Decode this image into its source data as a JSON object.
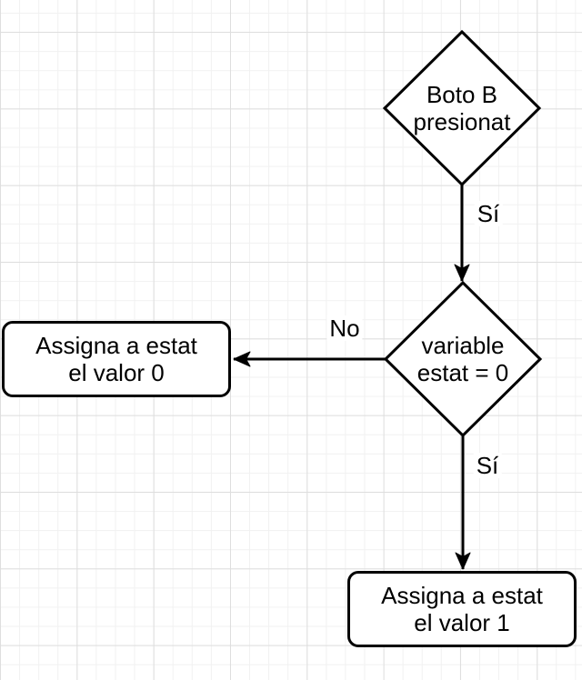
{
  "diagram": {
    "type": "flowchart",
    "nodes": {
      "decision_boto": {
        "shape": "decision-diamond",
        "lines": [
          "Boto B",
          "presionat"
        ]
      },
      "decision_estat": {
        "shape": "decision-diamond",
        "lines": [
          "variable",
          "estat = 0"
        ]
      },
      "process_valor0": {
        "shape": "rounded-rectangle",
        "lines": [
          "Assigna a estat",
          "el valor 0"
        ]
      },
      "process_valor1": {
        "shape": "rounded-rectangle",
        "lines": [
          "Assigna a estat",
          "el valor 1"
        ]
      }
    },
    "edges": {
      "boto_to_estat": {
        "label": "Sí",
        "direction": "down"
      },
      "estat_to_valor0": {
        "label": "No",
        "direction": "left"
      },
      "estat_to_valor1": {
        "label": "Sí",
        "direction": "down"
      }
    },
    "colors": {
      "canvas_background": "#ffffff",
      "grid_minor": "#f1f1f1",
      "grid_major": "#dedede",
      "shape_fill": "#ffffff",
      "shape_stroke": "#000000",
      "text": "#000000"
    }
  }
}
